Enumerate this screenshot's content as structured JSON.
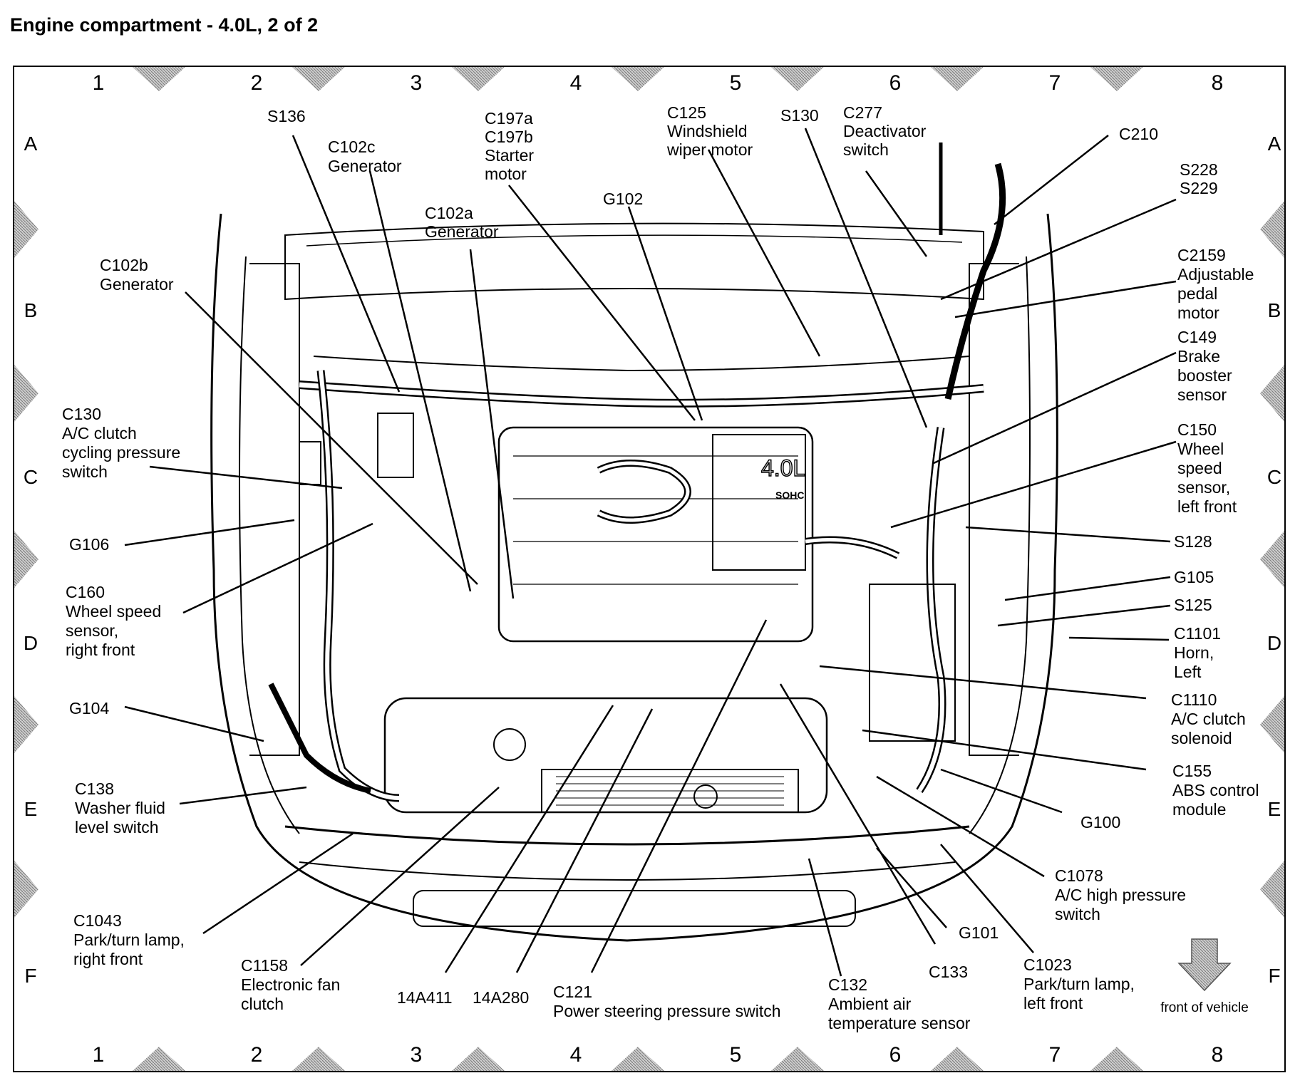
{
  "title": "Engine compartment - 4.0L, 2 of 2",
  "grid": {
    "columns": [
      "1",
      "2",
      "3",
      "4",
      "5",
      "6",
      "7",
      "8"
    ],
    "rows": [
      "A",
      "B",
      "C",
      "D",
      "E",
      "F"
    ]
  },
  "engine_marking": {
    "displacement": "4.0L",
    "variant": "SOHC"
  },
  "callouts": [
    {
      "id": "s136",
      "lines": [
        "S136"
      ]
    },
    {
      "id": "c102c",
      "lines": [
        "C102c",
        "Generator"
      ]
    },
    {
      "id": "c197",
      "lines": [
        "C197a",
        "C197b",
        "Starter",
        "motor"
      ]
    },
    {
      "id": "c125",
      "lines": [
        "C125",
        "Windshield",
        "wiper motor"
      ]
    },
    {
      "id": "s130",
      "lines": [
        "S130"
      ]
    },
    {
      "id": "c277",
      "lines": [
        "C277",
        "Deactivator",
        "switch"
      ]
    },
    {
      "id": "c210",
      "lines": [
        "C210"
      ]
    },
    {
      "id": "s228",
      "lines": [
        "S228",
        "S229"
      ]
    },
    {
      "id": "g102",
      "lines": [
        "G102"
      ]
    },
    {
      "id": "c102a",
      "lines": [
        "C102a",
        "Generator"
      ]
    },
    {
      "id": "c102b",
      "lines": [
        "C102b",
        "Generator"
      ]
    },
    {
      "id": "c2159",
      "lines": [
        "C2159",
        "Adjustable",
        "pedal",
        "motor"
      ]
    },
    {
      "id": "c149",
      "lines": [
        "C149",
        "Brake",
        "booster",
        "sensor"
      ]
    },
    {
      "id": "c130",
      "lines": [
        "C130",
        "A/C clutch",
        "cycling pressure",
        "switch"
      ]
    },
    {
      "id": "c150",
      "lines": [
        "C150",
        "Wheel",
        "speed",
        "sensor,",
        "left front"
      ]
    },
    {
      "id": "g106",
      "lines": [
        "G106"
      ]
    },
    {
      "id": "s128",
      "lines": [
        "S128"
      ]
    },
    {
      "id": "c160",
      "lines": [
        "C160",
        "Wheel speed",
        "sensor,",
        "right front"
      ]
    },
    {
      "id": "g105",
      "lines": [
        "G105"
      ]
    },
    {
      "id": "s125",
      "lines": [
        "S125"
      ]
    },
    {
      "id": "c1101",
      "lines": [
        "C1101",
        "Horn,",
        "Left"
      ]
    },
    {
      "id": "g104",
      "lines": [
        "G104"
      ]
    },
    {
      "id": "c1110",
      "lines": [
        "C1110",
        "A/C clutch",
        "solenoid"
      ]
    },
    {
      "id": "c155",
      "lines": [
        "C155",
        "ABS control",
        "module"
      ]
    },
    {
      "id": "c138",
      "lines": [
        "C138",
        "Washer fluid",
        "level switch"
      ]
    },
    {
      "id": "g100",
      "lines": [
        "G100"
      ]
    },
    {
      "id": "c1078",
      "lines": [
        "C1078",
        "A/C high pressure",
        "switch"
      ]
    },
    {
      "id": "c1043",
      "lines": [
        "C1043",
        "Park/turn lamp,",
        "right front"
      ]
    },
    {
      "id": "g101",
      "lines": [
        "G101"
      ]
    },
    {
      "id": "c1158",
      "lines": [
        "C1158",
        "Electronic fan",
        "clutch"
      ]
    },
    {
      "id": "c133",
      "lines": [
        "C133"
      ]
    },
    {
      "id": "c1023",
      "lines": [
        "C1023",
        "Park/turn lamp,",
        "left front"
      ]
    },
    {
      "id": "c132",
      "lines": [
        "C132",
        "Ambient air",
        "temperature sensor"
      ]
    },
    {
      "id": "14a411",
      "lines": [
        "14A411"
      ]
    },
    {
      "id": "14a280",
      "lines": [
        "14A280"
      ]
    },
    {
      "id": "c121",
      "lines": [
        "C121",
        "Power steering pressure switch"
      ]
    }
  ],
  "front_indicator": {
    "label": "front of vehicle"
  }
}
